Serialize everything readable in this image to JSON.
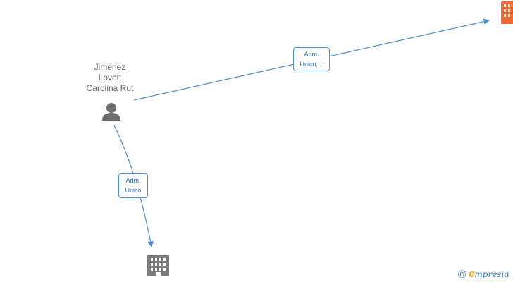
{
  "person": {
    "name_lines": [
      "Jimenez",
      "Lovett",
      "Carolina Rut"
    ],
    "icon": "person-icon"
  },
  "edges": [
    {
      "label_lines": [
        "Adm.",
        "Unico,..."
      ]
    },
    {
      "label_lines": [
        "Adm.",
        "Unico"
      ]
    }
  ],
  "companies": [
    {
      "icon": "building-icon",
      "color": "#f26b35"
    },
    {
      "icon": "building-icon",
      "color": "#7a7a7a"
    }
  ],
  "colors": {
    "edge": "#4a90d9",
    "person": "#6e6e6e"
  },
  "brand": {
    "copyright": "©",
    "e_letter": "e",
    "rest": "mpresia"
  }
}
